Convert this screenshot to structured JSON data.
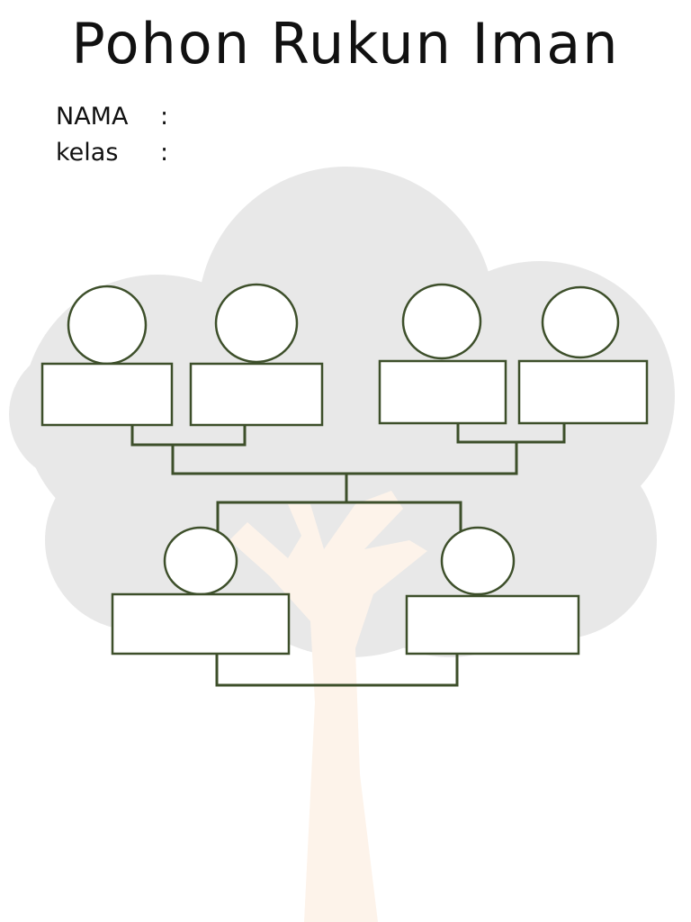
{
  "worksheet": {
    "title": "Pohon Rukun Iman",
    "fields": {
      "nama_label": "NAMA",
      "kelas_label": "kelas",
      "separator": ":"
    }
  },
  "colors": {
    "foliage": "#e8e8e8",
    "trunk": "#fdf3ea",
    "outline": "#3d4f2a",
    "text": "#111111"
  }
}
